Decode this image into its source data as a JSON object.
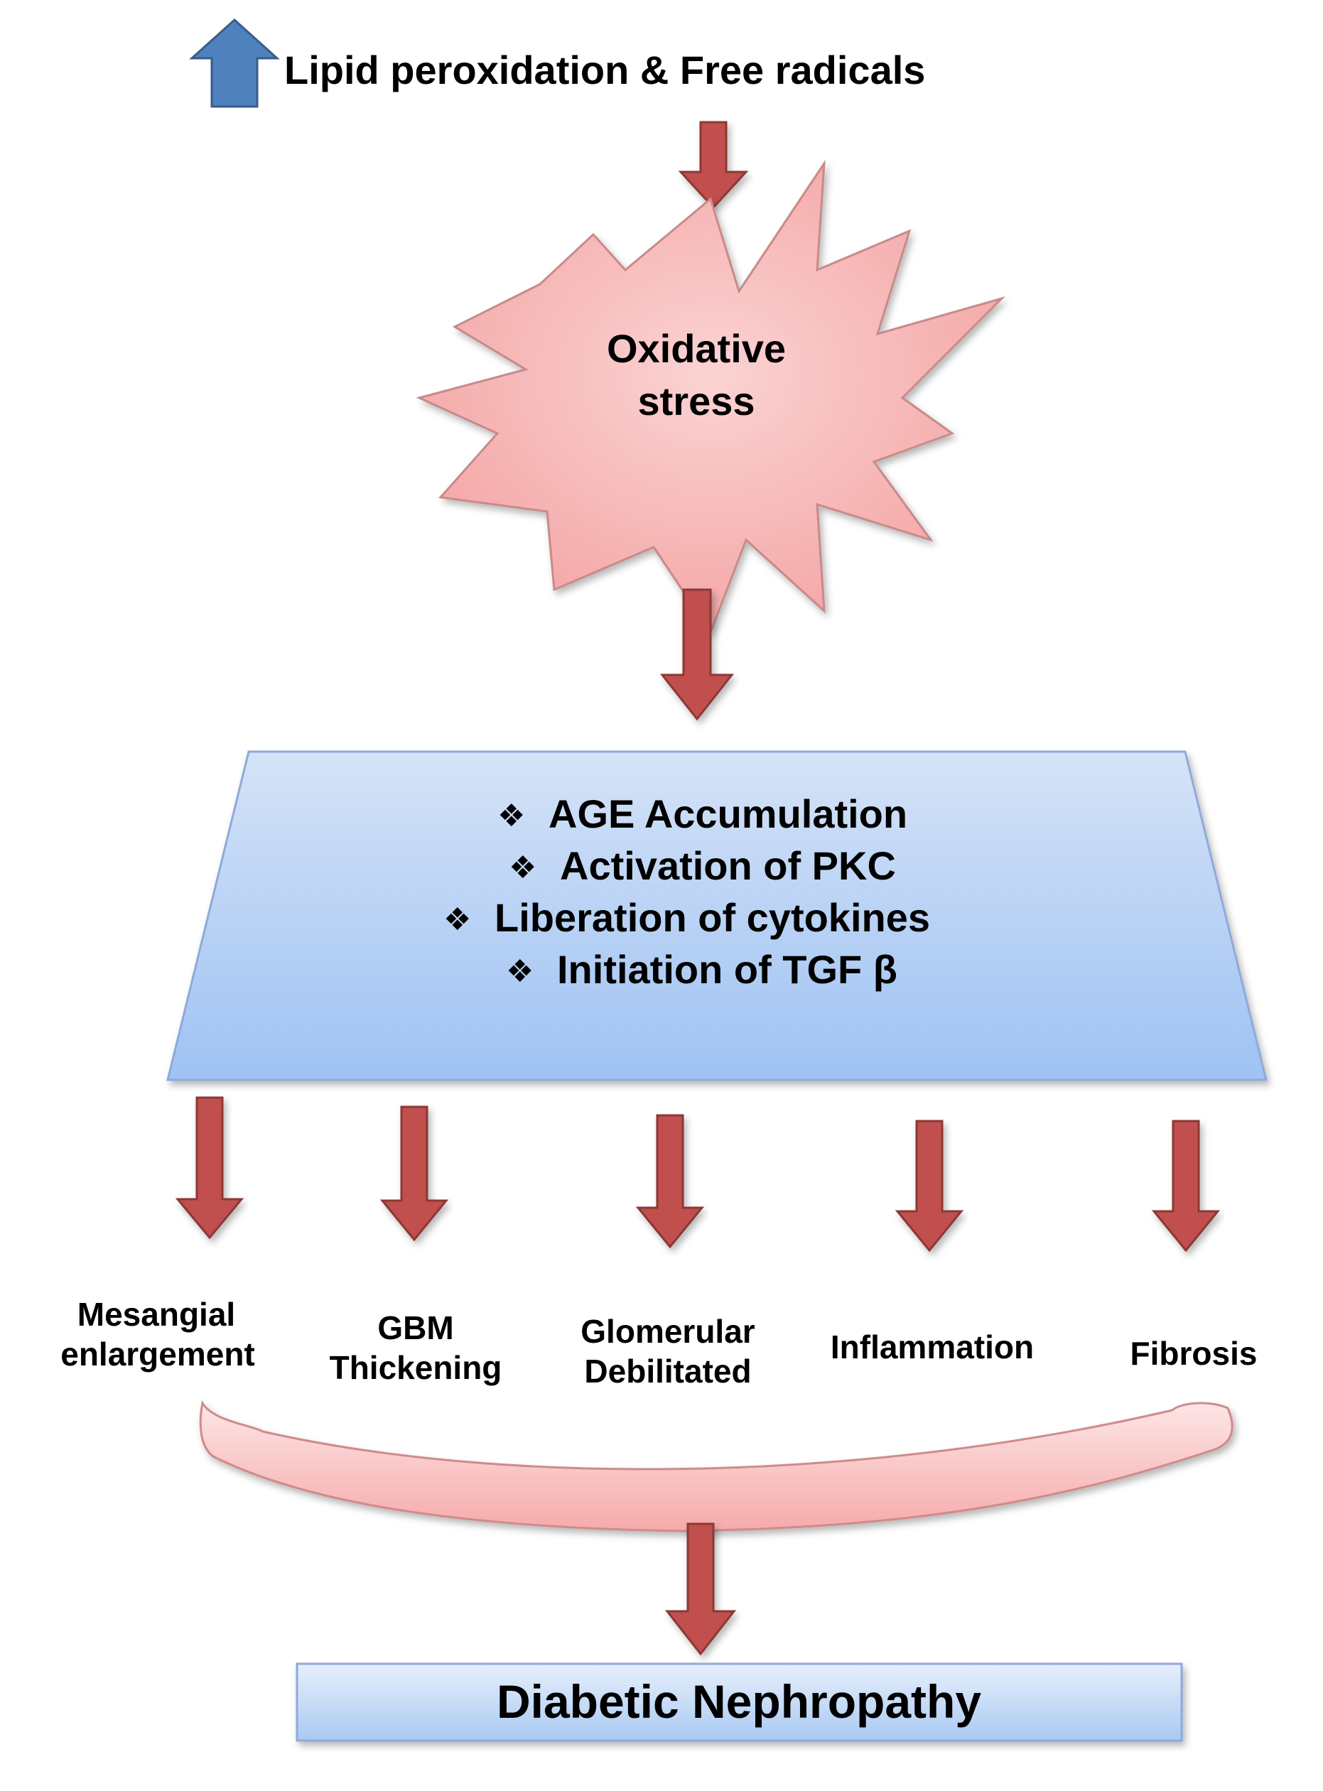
{
  "title": {
    "text": "Lipid peroxidation & Free radicals",
    "indicator_icon": "up-arrow-icon",
    "indicator_color": "#4F81BD"
  },
  "stress_node": {
    "line1": "Oxidative",
    "line2": "stress",
    "fill": "#F7B4B4"
  },
  "mechanisms": {
    "bullet_icon": "diamond-bullet-icon",
    "bullet": "❖",
    "items": [
      {
        "label": "AGE Accumulation"
      },
      {
        "label": "Activation of PKC"
      },
      {
        "label": "Liberation of cytokines"
      },
      {
        "label": "Initiation of TGF β"
      }
    ],
    "fill_top": "#D5E3F7",
    "fill_bottom": "#9EC2F3"
  },
  "outcomes": [
    {
      "line1": "Mesangial",
      "line2": "enlargement"
    },
    {
      "line1": "GBM",
      "line2": "Thickening"
    },
    {
      "line1": "Glomerular",
      "line2": "Debilitated"
    },
    {
      "line1": "Inflammation",
      "line2": ""
    },
    {
      "line1": "Fibrosis",
      "line2": ""
    }
  ],
  "result": {
    "label": "Diabetic Nephropathy"
  },
  "colors": {
    "arrow": "#C0504D",
    "arrow_stroke": "#8C3836"
  }
}
